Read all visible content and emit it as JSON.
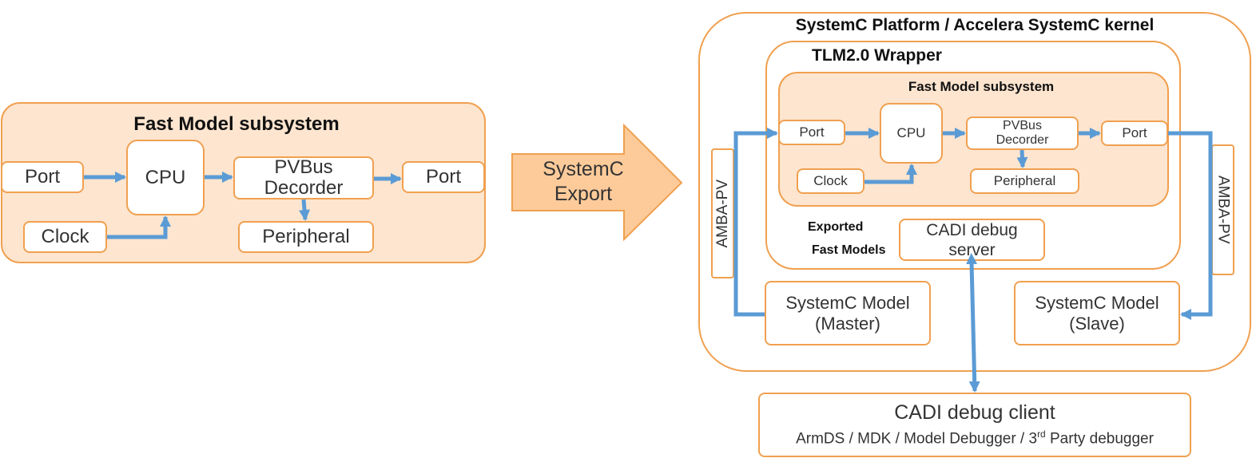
{
  "left": {
    "title": "Fast Model subsystem",
    "port_in": "Port",
    "cpu": "CPU",
    "pvbus_line1": "PVBus",
    "pvbus_line2": "Decorder",
    "port_out": "Port",
    "clock": "Clock",
    "peripheral": "Peripheral"
  },
  "export_arrow": {
    "line1": "SystemC",
    "line2": "Export"
  },
  "right": {
    "platform_title": "SystemC Platform / Accelera SystemC kernel",
    "wrapper_title": "TLM2.0 Wrapper",
    "inner_title": "Fast Model subsystem",
    "port_in": "Port",
    "cpu": "CPU",
    "pvbus_line1": "PVBus",
    "pvbus_line2": "Decorder",
    "port_out": "Port",
    "clock": "Clock",
    "peripheral": "Peripheral",
    "exported_line1": "Exported",
    "exported_line2": "Fast Models",
    "cadi_server_line1": "CADI debug",
    "cadi_server_line2": "server",
    "amba_left": "AMBA-PV",
    "amba_right": "AMBA-PV",
    "master_line1": "SystemC Model",
    "master_line2": "(Master)",
    "slave_line1": "SystemC Model",
    "slave_line2": "(Slave)"
  },
  "client": {
    "title": "CADI debug client",
    "subtitle_pre": "ArmDS / MDK / Model Debugger / 3",
    "subtitle_sup": "rd",
    "subtitle_post": " Party debugger"
  },
  "colors": {
    "orange": "#f0a050",
    "pale": "#fde5cf",
    "arrow_fill": "#fdcb9a",
    "blue": "#5b9bd5"
  }
}
